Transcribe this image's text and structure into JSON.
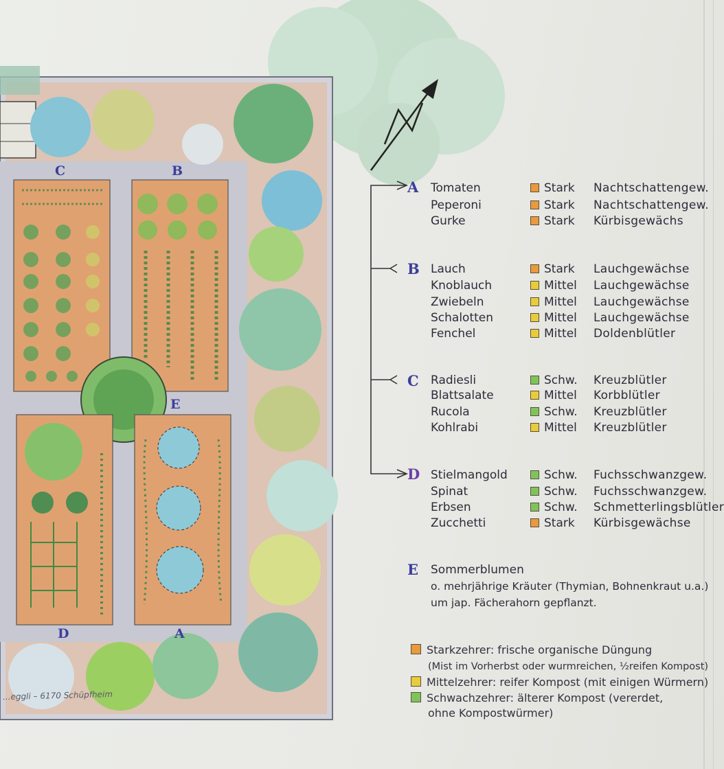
{
  "colors": {
    "stark": "#e89a3c",
    "mittel": "#e8cc3a",
    "schwach": "#7fc45a",
    "path": "#c9cbd4",
    "bed": "#e2ab78",
    "ink": "#2e2b3a",
    "letter": "#3d3f9a"
  },
  "plan": {
    "bed_labels": [
      "C",
      "B",
      "E",
      "D",
      "A"
    ],
    "signature": "...eggli – 6170 Schüpfheim"
  },
  "legend": {
    "groups": [
      {
        "letter": "A",
        "rows": [
          {
            "plant": "Tomaten",
            "level": "Stark",
            "level_key": "stark",
            "family": "Nachtschattengew."
          },
          {
            "plant": "Peperoni",
            "level": "Stark",
            "level_key": "stark",
            "family": "Nachtschattengew."
          },
          {
            "plant": "Gurke",
            "level": "Stark",
            "level_key": "stark",
            "family": "Kürbisgewächs"
          }
        ]
      },
      {
        "letter": "B",
        "rows": [
          {
            "plant": "Lauch",
            "level": "Stark",
            "level_key": "stark",
            "family": "Lauchgewächse"
          },
          {
            "plant": "Knoblauch",
            "level": "Mittel",
            "level_key": "mittel",
            "family": "Lauchgewächse"
          },
          {
            "plant": "Zwiebeln",
            "level": "Mittel",
            "level_key": "mittel",
            "family": "Lauchgewächse"
          },
          {
            "plant": "Schalotten",
            "level": "Mittel",
            "level_key": "mittel",
            "family": "Lauchgewächse"
          },
          {
            "plant": "Fenchel",
            "level": "Mittel",
            "level_key": "mittel",
            "family": "Doldenblütler"
          }
        ]
      },
      {
        "letter": "C",
        "rows": [
          {
            "plant": "Radiesli",
            "level": "Schw.",
            "level_key": "schwach",
            "family": "Kreuzblütler"
          },
          {
            "plant": "Blattsalate",
            "level": "Mittel",
            "level_key": "mittel",
            "family": "Korbblütler"
          },
          {
            "plant": "Rucola",
            "level": "Schw.",
            "level_key": "schwach",
            "family": "Kreuzblütler"
          },
          {
            "plant": "Kohlrabi",
            "level": "Mittel",
            "level_key": "mittel",
            "family": "Kreuzblütler"
          }
        ]
      },
      {
        "letter": "D",
        "rows": [
          {
            "plant": "Stielmangold",
            "level": "Schw.",
            "level_key": "schwach",
            "family": "Fuchsschwanzgew."
          },
          {
            "plant": "Spinat",
            "level": "Schw.",
            "level_key": "schwach",
            "family": "Fuchsschwanzgew."
          },
          {
            "plant": "Erbsen",
            "level": "Schw.",
            "level_key": "schwach",
            "family": "Schmetterlingsblütler"
          },
          {
            "plant": "Zucchetti",
            "level": "Stark",
            "level_key": "stark",
            "family": "Kürbisgewächse"
          }
        ]
      }
    ],
    "e_section": {
      "letter": "E",
      "lines": [
        "Sommerblumen",
        "o. mehrjährige Kräuter (Thymian, Bohnenkraut u.a.)",
        "um jap. Fächerahorn gepflanzt."
      ]
    },
    "notes": [
      {
        "key": "stark",
        "lines": [
          "Starkzehrer: frische organische Düngung",
          "(Mist im Vorherbst oder wurmreichen, ½reifen Kompost)"
        ]
      },
      {
        "key": "mittel",
        "lines": [
          "Mittelzehrer: reifer Kompost (mit einigen Würmern)"
        ]
      },
      {
        "key": "schwach",
        "lines": [
          "Schwachzehrer: älterer Kompost (vererdet,",
          "ohne Kompostwürmer)"
        ]
      }
    ]
  }
}
